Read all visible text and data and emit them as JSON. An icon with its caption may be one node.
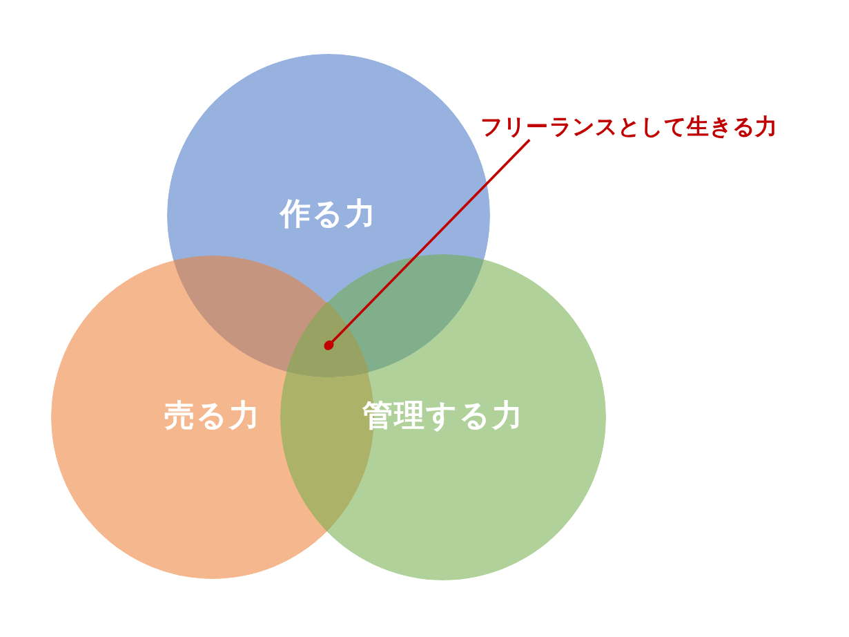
{
  "diagram": {
    "nodes": [
      {
        "text": [
          "フリーランスとして生きる力"
        ]
      },
      {
        "text": [
          "作る力"
        ]
      },
      {
        "text": [
          "売る力"
        ]
      },
      {
        "text": [
          "管理する力"
        ]
      },
      {
        "text": [],
        "shape": "triangle"
      }
    ],
    "edges": [
      {
        "from": 0,
        "to": 4,
        "arrow": "other"
      }
    ]
  }
}
